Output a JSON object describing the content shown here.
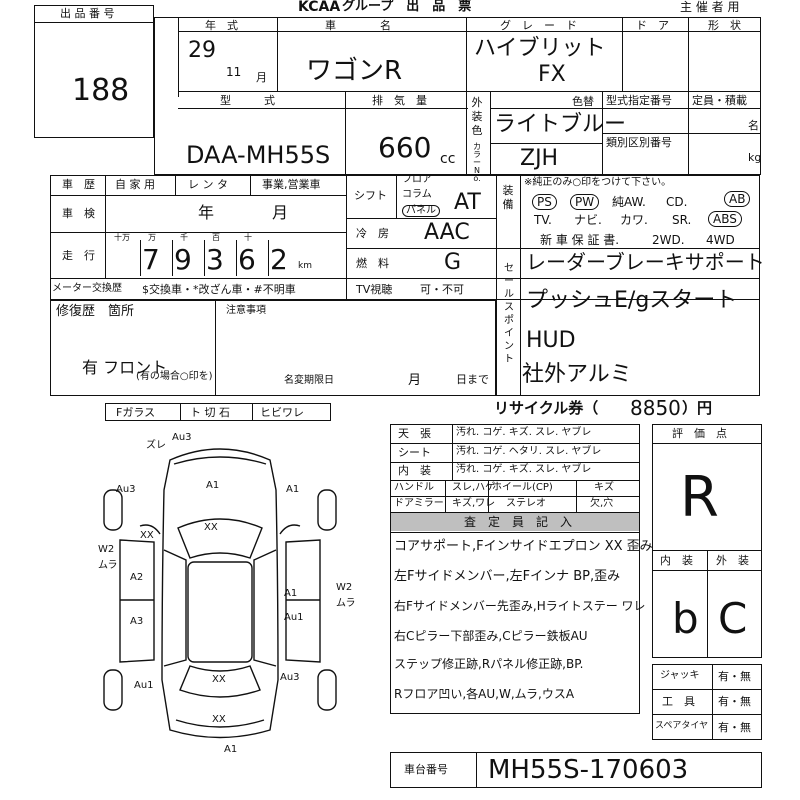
{
  "header": {
    "logo": "KCAA",
    "subtitle": "グループ　出　品　票",
    "organizer": "主 催 者 用"
  },
  "lot": {
    "label": "出 品 番 号",
    "value": "188"
  },
  "top": {
    "year_label": "年　式",
    "year_value": "29",
    "month_value": "11",
    "month_label": "月",
    "maker_label": "車　　　　名",
    "model_value": "ワゴンR",
    "grade_label": "グ　レ　ー　ド",
    "grade_value": "ハイブリット",
    "grade_value2": "FX",
    "door_label": "ド　ア",
    "shape_label": "形　状"
  },
  "row2": {
    "type_label": "型　　　式",
    "type_value": "DAA-MH55S",
    "disp_label": "排　気　量",
    "disp_value": "660",
    "disp_unit": "cc",
    "ext_label": "外装色",
    "color_label": "色替",
    "color_value": "ライトブルー",
    "colorno_label": "カラーNo.",
    "colorno_value": "ZJH",
    "ts_label": "型式指定番号",
    "ts_label2": "類別区別番号",
    "cap_label": "定員・積載",
    "cap_unit1": "名",
    "cap_unit2": "kg"
  },
  "history": {
    "label": "車　歴",
    "own": "自 家 用",
    "rental": "レ ン タ",
    "biz": "事業,営業車"
  },
  "inspection": {
    "label": "車　検",
    "year": "年",
    "month": "月"
  },
  "mileage": {
    "label": "走　行",
    "units": [
      "十万",
      "万",
      "千",
      "百",
      "十",
      "km"
    ],
    "digits": [
      "7",
      "9",
      "3",
      "6",
      "2"
    ]
  },
  "meter": {
    "label": "メーター交換歴",
    "note": "$交換車・*改ざん車・#不明車"
  },
  "shift": {
    "label": "シフト",
    "opts": [
      "フロア",
      "コラム",
      "パネル"
    ],
    "value": "AT"
  },
  "ac": {
    "label": "冷　房",
    "value": "AAC"
  },
  "fuel": {
    "label": "燃　料",
    "value": "G"
  },
  "tv": {
    "label": "TV視聴",
    "opts": "可・不可"
  },
  "equip": {
    "label": "装備",
    "note": "※純正のみ○印をつけて下さい。",
    "row1": [
      "PS",
      "PW",
      "純AW.",
      "CD.",
      "AB"
    ],
    "row2": [
      "TV.",
      "ナビ.",
      "カワ.",
      "SR.",
      "ABS"
    ],
    "row3": [
      "新 車 保 証 書.",
      "2WD.",
      "4WD"
    ]
  },
  "sales": {
    "label": "セールスポイント",
    "lines": [
      "レーダーブレーキサポート",
      "プッシュE/gスタート",
      "HUD",
      "社外アルミ"
    ]
  },
  "repair": {
    "label": "修復歴　箇所",
    "hand": "有 フロント",
    "note": "(有の場合○印を)"
  },
  "notes": {
    "label": "注意事項",
    "deadline": "名変期限日",
    "month": "月",
    "day": "日まで"
  },
  "glass": {
    "items": [
      "Fガラス",
      "ト 切 石",
      "ヒビワレ"
    ]
  },
  "recycle": {
    "label": "リサイクル券（",
    "value": "8850",
    "unit": "）円"
  },
  "interior": {
    "rows": [
      [
        "天　張",
        "汚れ. コゲ. キズ. スレ. ヤブレ"
      ],
      [
        "シート",
        "汚れ. コゲ. ヘタリ. スレ. ヤブレ"
      ],
      [
        "内　装",
        "汚れ. コゲ. キズ. スレ. ヤブレ"
      ]
    ],
    "handle": "ハンドル",
    "handle_opts": "スレ,ハゲ",
    "wheel": "ホイール(CP)",
    "wheel_opts": "キズ",
    "mirror": "ドアミラー",
    "mirror_opts": "キズ,ワレ",
    "stereo": "ステレオ",
    "stereo_opts": "欠,穴"
  },
  "inspector": {
    "label": "査　定　員　記　入",
    "lines": [
      "コアサポート,Fインサイドエプロン XX 歪み",
      "左Fサイドメンバー,左Fインナ BP,歪み",
      "右Fサイドメンバー先歪み,Hライトステー ワレ",
      "右Cピラー下部歪み,Cピラー鉄板AU",
      "ステップ修正跡,Rパネル修正跡,BP.",
      "Rフロア凹い,各AU,W,ムラ,ウスA"
    ]
  },
  "score": {
    "label": "評　価　点",
    "value": "R",
    "int_label": "内　装",
    "ext_label": "外　装",
    "int_value": "b",
    "ext_value": "C"
  },
  "tools": {
    "rows": [
      [
        "ジャッキ",
        "有・無"
      ],
      [
        "工　具",
        "有・無"
      ],
      [
        "スペアタイヤ",
        "有・無"
      ]
    ]
  },
  "chassis": {
    "label": "車台番号",
    "value": "MH55S-170603"
  },
  "diagram": {
    "marks": [
      "A1",
      "Au3",
      "ズレ",
      "Au3",
      "A1",
      "XX",
      "A2",
      "A3",
      "A1",
      "Au1",
      "W2",
      "ムラ",
      "W2",
      "ムラ",
      "Au1",
      "Au3",
      "XX",
      "A1",
      "XX",
      "XX"
    ]
  }
}
